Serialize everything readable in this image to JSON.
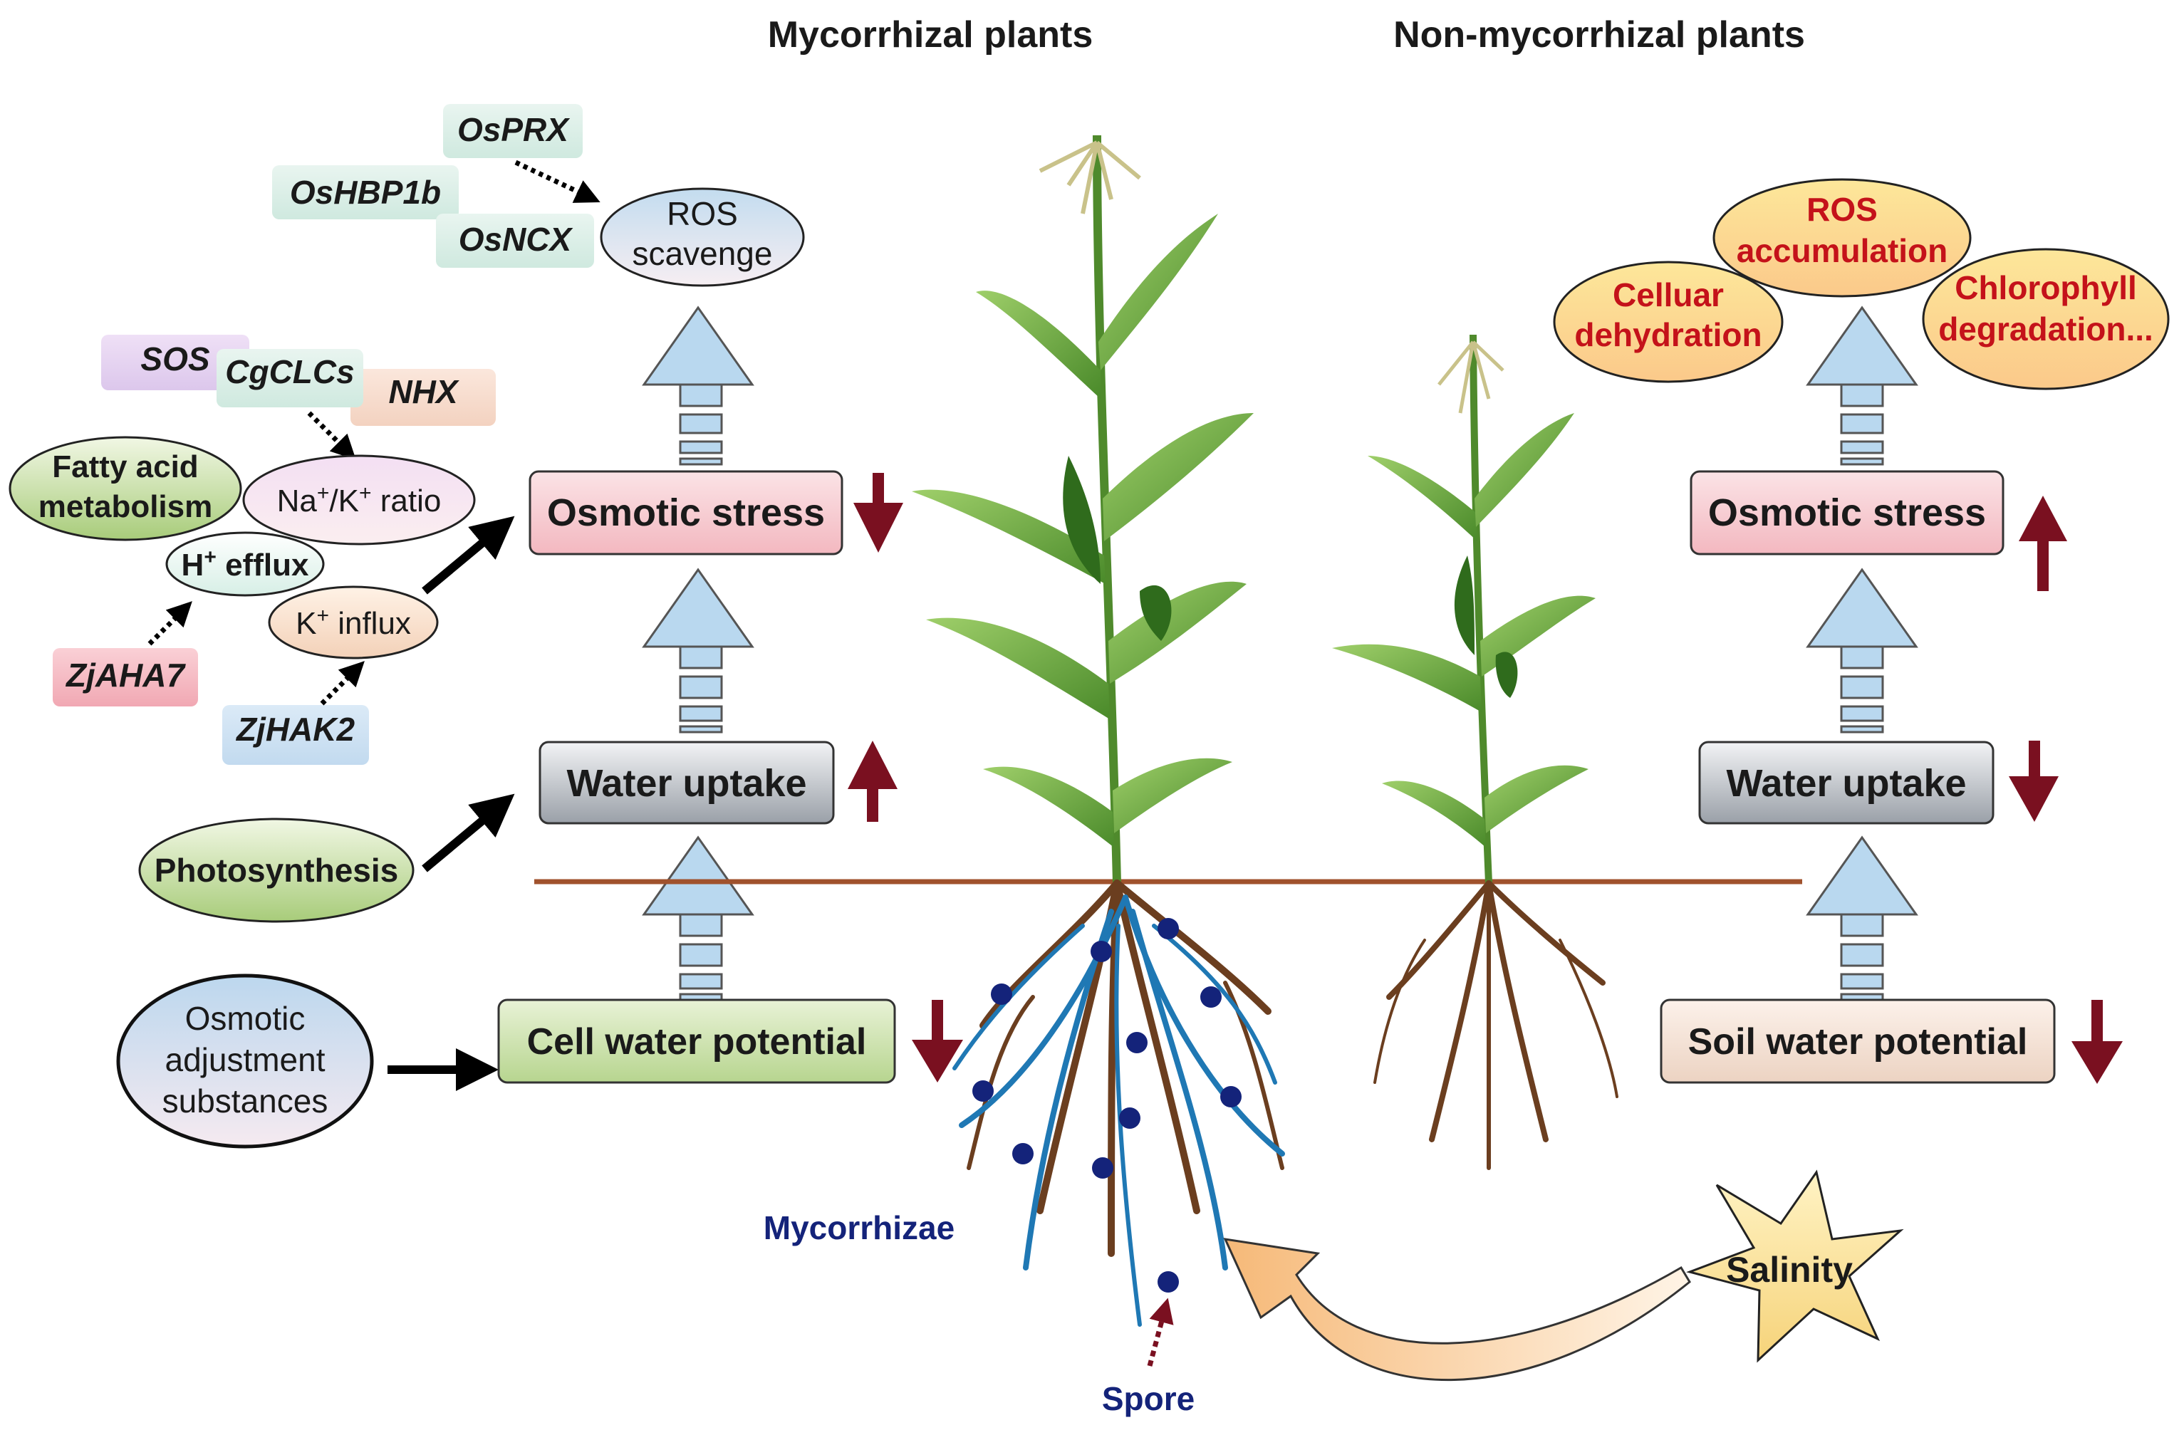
{
  "headers": {
    "mycorrhizal": "Mycorrhizal plants",
    "non_mycorrhizal": "Non-mycorrhizal plants"
  },
  "left": {
    "genes": {
      "osprx": "OsPRX",
      "oshbp1b": "OsHBP1b",
      "osncx": "OsNCX",
      "sos": "SOS",
      "cgclcs": "CgCLCs",
      "nhx": "NHX",
      "zjaha7": "ZjAHA7",
      "zjhak2": "ZjHAK2"
    },
    "ros_scavenge": [
      "ROS",
      "scavenge"
    ],
    "fatty_acid": [
      "Fatty acid",
      "metabolism"
    ],
    "na_k_ratio": {
      "na": "Na",
      "slash": "/K",
      "ratio": " ratio",
      "sup": "+"
    },
    "h_efflux": {
      "h": "H",
      "sup": "+",
      "rest": " efflux"
    },
    "k_influx": {
      "k": "K",
      "sup": "+",
      "rest": " influx"
    },
    "osmotic_stress": "Osmotic stress",
    "water_uptake": "Water uptake",
    "photosynthesis": "Photosynthesis",
    "osmotic_adjustment": [
      "Osmotic",
      "adjustment",
      "substances"
    ],
    "cell_water_potential": "Cell water potential"
  },
  "center": {
    "mycorrhizae": "Mycorrhizae",
    "spore": "Spore"
  },
  "right": {
    "ros_accumulation": [
      "ROS",
      "accumulation"
    ],
    "cellular_dehydration": [
      "Celluar",
      "dehydration"
    ],
    "chlorophyll_degradation": [
      "Chlorophyll",
      "degradation..."
    ],
    "osmotic_stress": "Osmotic stress",
    "water_uptake": "Water uptake",
    "soil_water_potential": "Soil water potential",
    "salinity": "Salinity"
  },
  "colors": {
    "blue_arrow": "#b9d8ef",
    "dark_red": "#7a1020",
    "soil_line": "#a0522d",
    "root": "#6b3e1f",
    "hyphae": "#1f78b4",
    "spore": "#14237a",
    "leaf": "#5d9e35"
  }
}
